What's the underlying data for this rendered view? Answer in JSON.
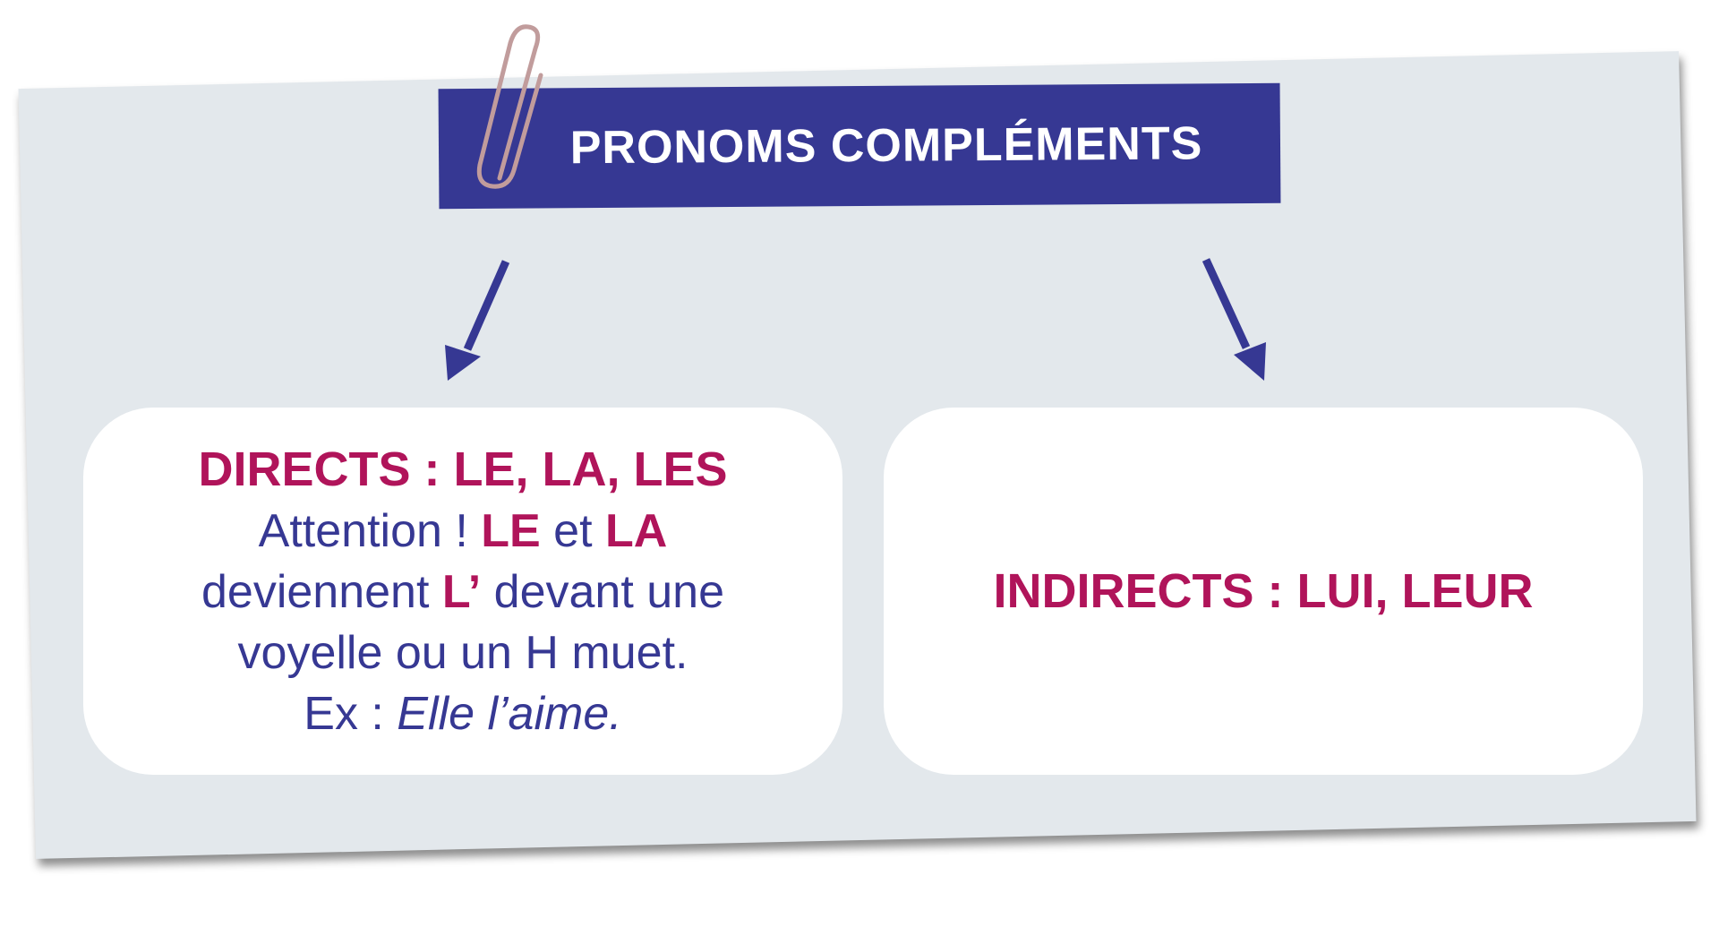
{
  "title": "PRONOMS COMPLÉMENTS",
  "left_box": {
    "heading": "DIRECTS : LE, LA, LES",
    "line1": {
      "a": "Attention ! ",
      "b": "LE",
      "c": " et ",
      "d": "LA"
    },
    "line2": {
      "a": "deviennent ",
      "b": "L’",
      "c": " devant une"
    },
    "line3": "voyelle ou un H muet.",
    "line4": {
      "a": "Ex : ",
      "b": "Elle l’aime."
    }
  },
  "right_box": {
    "heading": "INDIRECTS : LUI, LEUR"
  },
  "colors": {
    "background_card": "#e3e8ec",
    "banner": "#363893",
    "body_text": "#363893",
    "highlight": "#b0145a",
    "arrow": "#363893",
    "paperclip": "#c19c9c"
  },
  "icons": [
    "paperclip-icon",
    "arrow-down-left-icon",
    "arrow-down-right-icon"
  ]
}
